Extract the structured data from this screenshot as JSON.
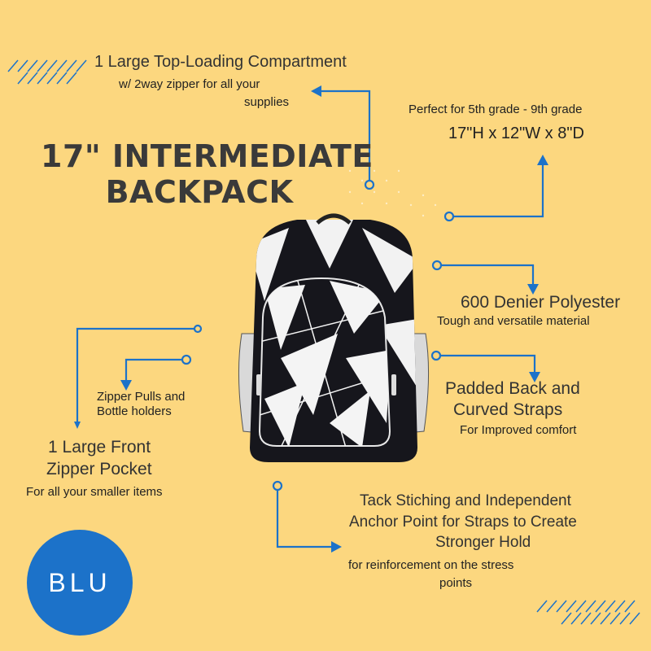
{
  "title": {
    "line1": "17\" INTERMEDIATE",
    "line2": "BACKPACK"
  },
  "features": {
    "top_compartment": {
      "heading": "1 Large Top-Loading Compartment",
      "sub1": "w/ 2way zipper for all your",
      "sub2": "supplies"
    },
    "size": {
      "grade": "Perfect for  5th grade - 9th grade",
      "dimensions": "17\"H x 12\"W x 8\"D"
    },
    "material": {
      "heading": "600 Denier Polyester",
      "sub": "Tough and versatile material"
    },
    "zipper_pulls": {
      "line1": "Zipper Pulls and",
      "line2": "Bottle holders"
    },
    "padded": {
      "line1": "Padded Back and",
      "line2": "Curved Straps",
      "sub": "For Improved comfort"
    },
    "front_pocket": {
      "line1": "1 Large Front",
      "line2": "Zipper Pocket",
      "sub": "For all your smaller items"
    },
    "stitching": {
      "line1": "Tack Stiching and Independent",
      "line2": "Anchor Point for Straps to Create",
      "line3": "Stronger Hold",
      "sub1": "for reinforcement on the stress",
      "sub2": "points"
    }
  },
  "logo": {
    "text": "BLU"
  },
  "colors": {
    "background": "#fcd77f",
    "accent": "#1c72c9",
    "text": "#333333"
  }
}
